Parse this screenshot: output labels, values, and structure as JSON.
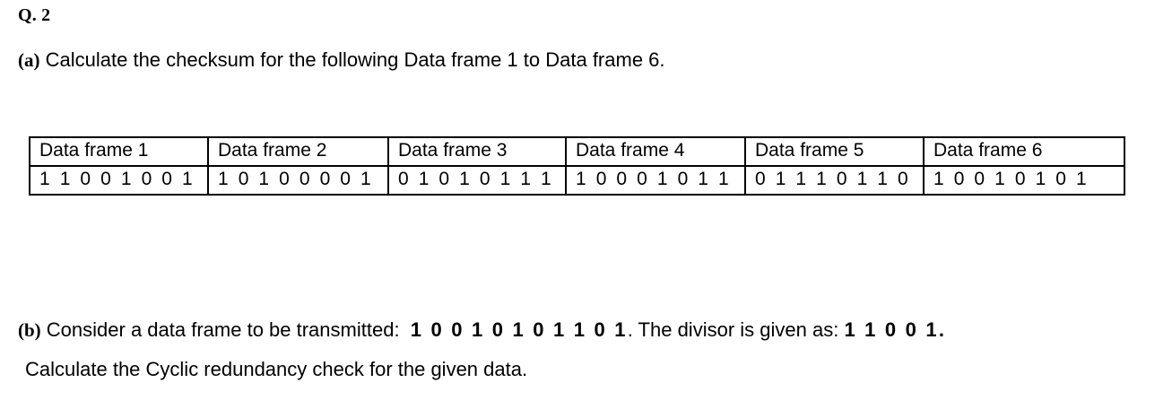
{
  "question": {
    "heading": "Q. 2"
  },
  "part_a": {
    "label": "(a)",
    "text": "Calculate the checksum for the following Data frame 1 to Data frame 6."
  },
  "frames_table": {
    "headers": [
      "Data frame 1",
      "Data frame 2",
      "Data frame 3",
      "Data frame 4",
      "Data frame 5",
      "Data frame 6"
    ],
    "bits": [
      "1 1 0 0 1 0 0 1",
      "1 0 1 0 0 0 0 1",
      "0 1 0 1 0 1 1 1",
      "1 0 0 0 1 0 1 1",
      "0 1 1 1 0 1 1 0",
      "1 0 0 1 0 1 0 1"
    ]
  },
  "part_b": {
    "label": "(b)",
    "text_before_data": "Consider a data frame to be transmitted:",
    "data_frame": "1 0 0 1 0 1 0 1 1 0 1",
    "text_between": ". The divisor is given as:",
    "divisor": "1 1 0 0 1",
    "period": ".",
    "second_line": "Calculate the Cyclic redundancy check for the given data."
  },
  "colors": {
    "background": "#ffffff",
    "text": "#000000",
    "table_border": "#000000"
  }
}
